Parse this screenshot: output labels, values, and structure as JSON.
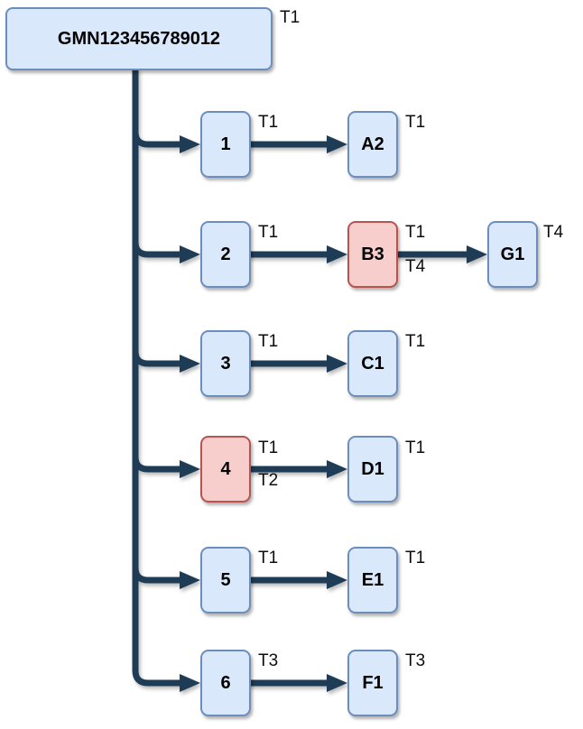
{
  "diagram": {
    "type": "tree-flowchart",
    "root": {
      "label": "GMN123456789012",
      "tag": "T1"
    },
    "rows": [
      {
        "child": "1",
        "child_tag": "T1",
        "target": "A2",
        "target_tag": "T1"
      },
      {
        "child": "2",
        "child_tag": "T1",
        "target": "B3",
        "target_highlighted": true,
        "target_tag_top": "T1",
        "target_tag_bottom": "T4",
        "extra": "G1",
        "extra_tag": "T4"
      },
      {
        "child": "3",
        "child_tag": "T1",
        "target": "C1",
        "target_tag": "T1"
      },
      {
        "child": "4",
        "child_highlighted": true,
        "child_tag_top": "T1",
        "child_tag_bottom": "T2",
        "target": "D1",
        "target_tag": "T1"
      },
      {
        "child": "5",
        "child_tag": "T1",
        "target": "E1",
        "target_tag": "T1"
      },
      {
        "child": "6",
        "child_tag": "T3",
        "target": "F1",
        "target_tag": "T3"
      }
    ],
    "colors": {
      "node_fill": "#dae8fc",
      "node_border": "#6c8ebf",
      "highlight_fill": "#f8cecc",
      "highlight_border": "#b85450",
      "connector": "#1e3c55"
    }
  }
}
